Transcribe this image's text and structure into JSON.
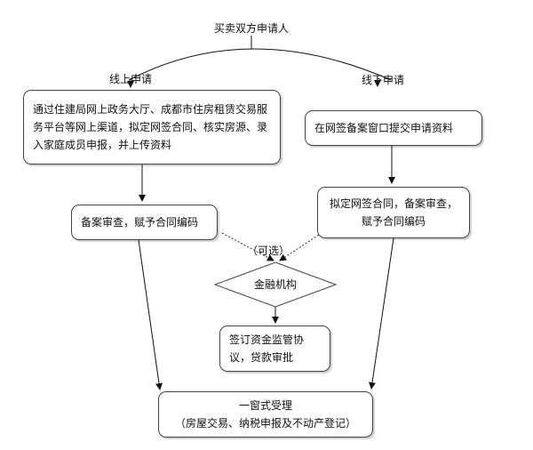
{
  "diagram": {
    "top_label": "买卖双方申请人",
    "branch_left_label": "线上申请",
    "branch_right_label": "线下申请",
    "online_box_text": "通过住建局网上政务大厅、成都市住房租赁交易服务平台等网上渠道，拟定网签合同、核实房源、录入家庭成员申报，并上传资料",
    "filing_review_box_text": "备案审查，赋予合同编码",
    "offline_box_text": "在网签备案窗口提交申请资料",
    "offline_contract_box_text": "拟定网签合同，备案审查，赋予合同编码",
    "optional_label": "（可选）",
    "finance_diamond_text": "金融机构",
    "supervision_box_text": "签订资金监管协议，贷款审批",
    "final_box_title": "一窗式受理",
    "final_box_subtitle": "（房屋交易、纳税申报及不动产登记）"
  }
}
